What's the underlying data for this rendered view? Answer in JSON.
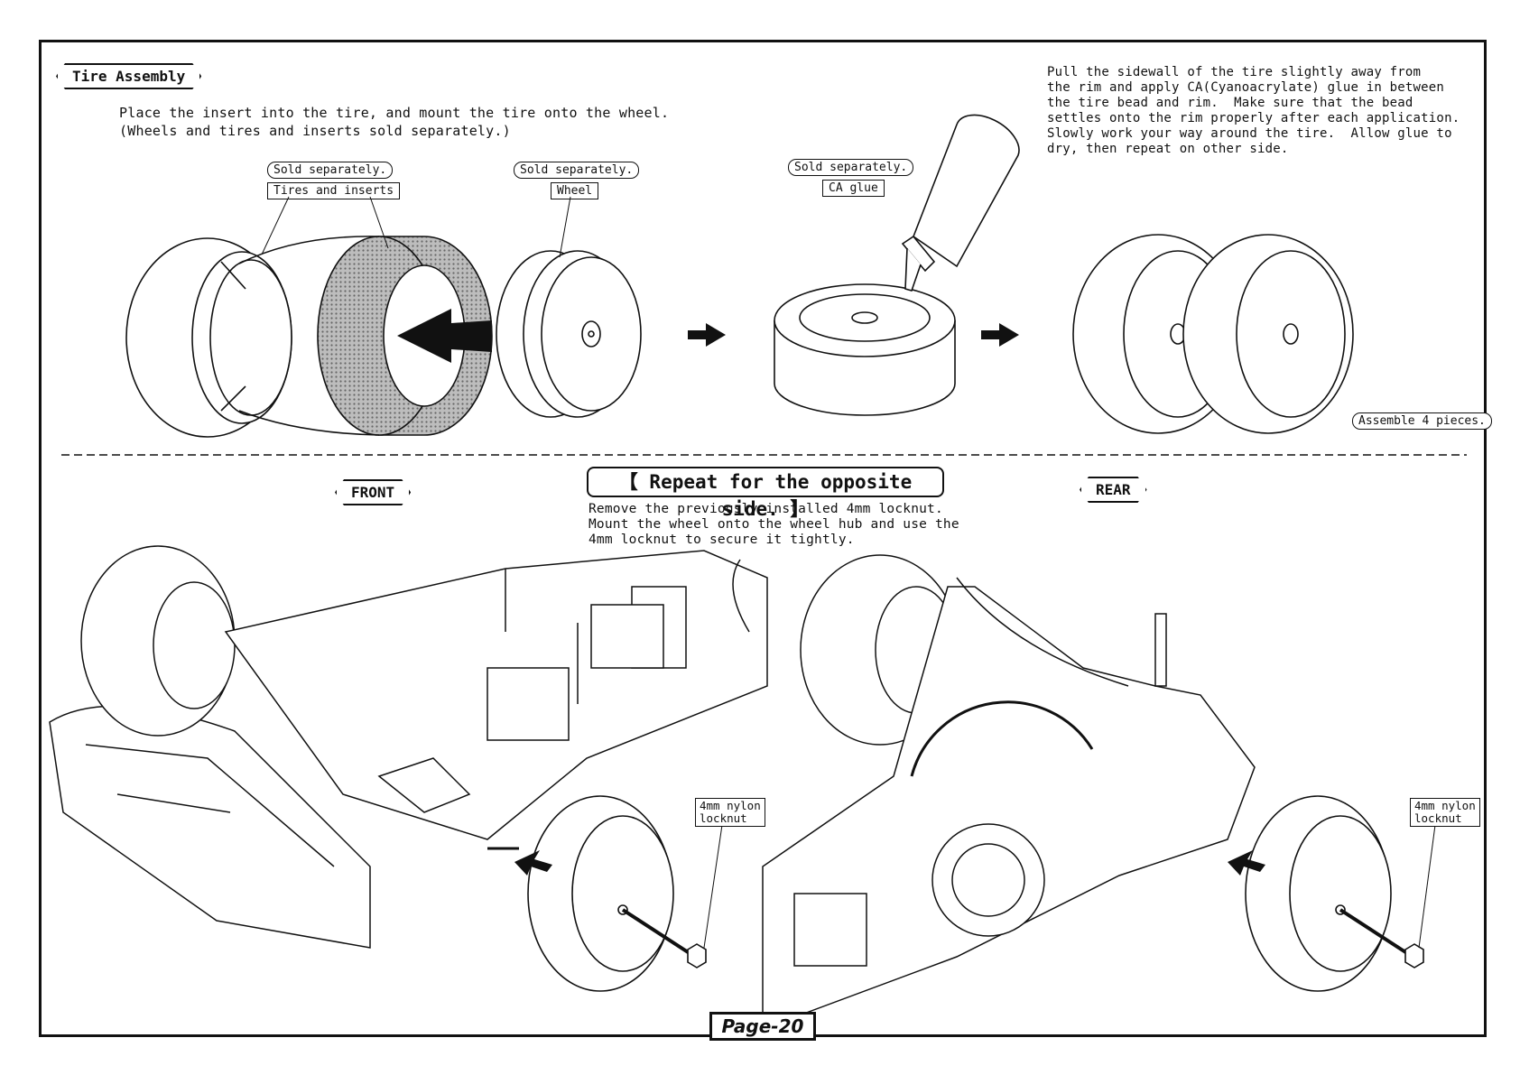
{
  "section_title": "Tire Assembly",
  "intro_lines": [
    "Place the insert into the tire, and mount the tire onto the wheel.",
    "(Wheels and tires and inserts sold separately.)"
  ],
  "glue_instructions": [
    "Pull the sidewall of the tire slightly away from",
    "the rim and apply CA(Cyanoacrylate) glue in between",
    "the tire bead and rim.  Make sure that the bead",
    "settles onto the rim properly after each application.",
    "Slowly work your way around the tire.  Allow glue to",
    "dry, then repeat on other side."
  ],
  "labels": {
    "sold_separately": "Sold separately.",
    "tires_and_inserts": "Tires and inserts",
    "wheel": "Wheel",
    "ca_glue": "CA glue",
    "assemble_qty": "Assemble 4 pieces.",
    "front": "FRONT",
    "rear": "REAR",
    "repeat": "【 Repeat for the opposite side. 】",
    "locknut_line1": "4mm nylon",
    "locknut_line2": "locknut"
  },
  "mount_instructions": [
    "Remove the previously installed 4mm locknut.",
    "Mount the wheel onto the wheel hub and use the",
    "4mm locknut to secure it tightly."
  ],
  "page_number": "Page-20"
}
